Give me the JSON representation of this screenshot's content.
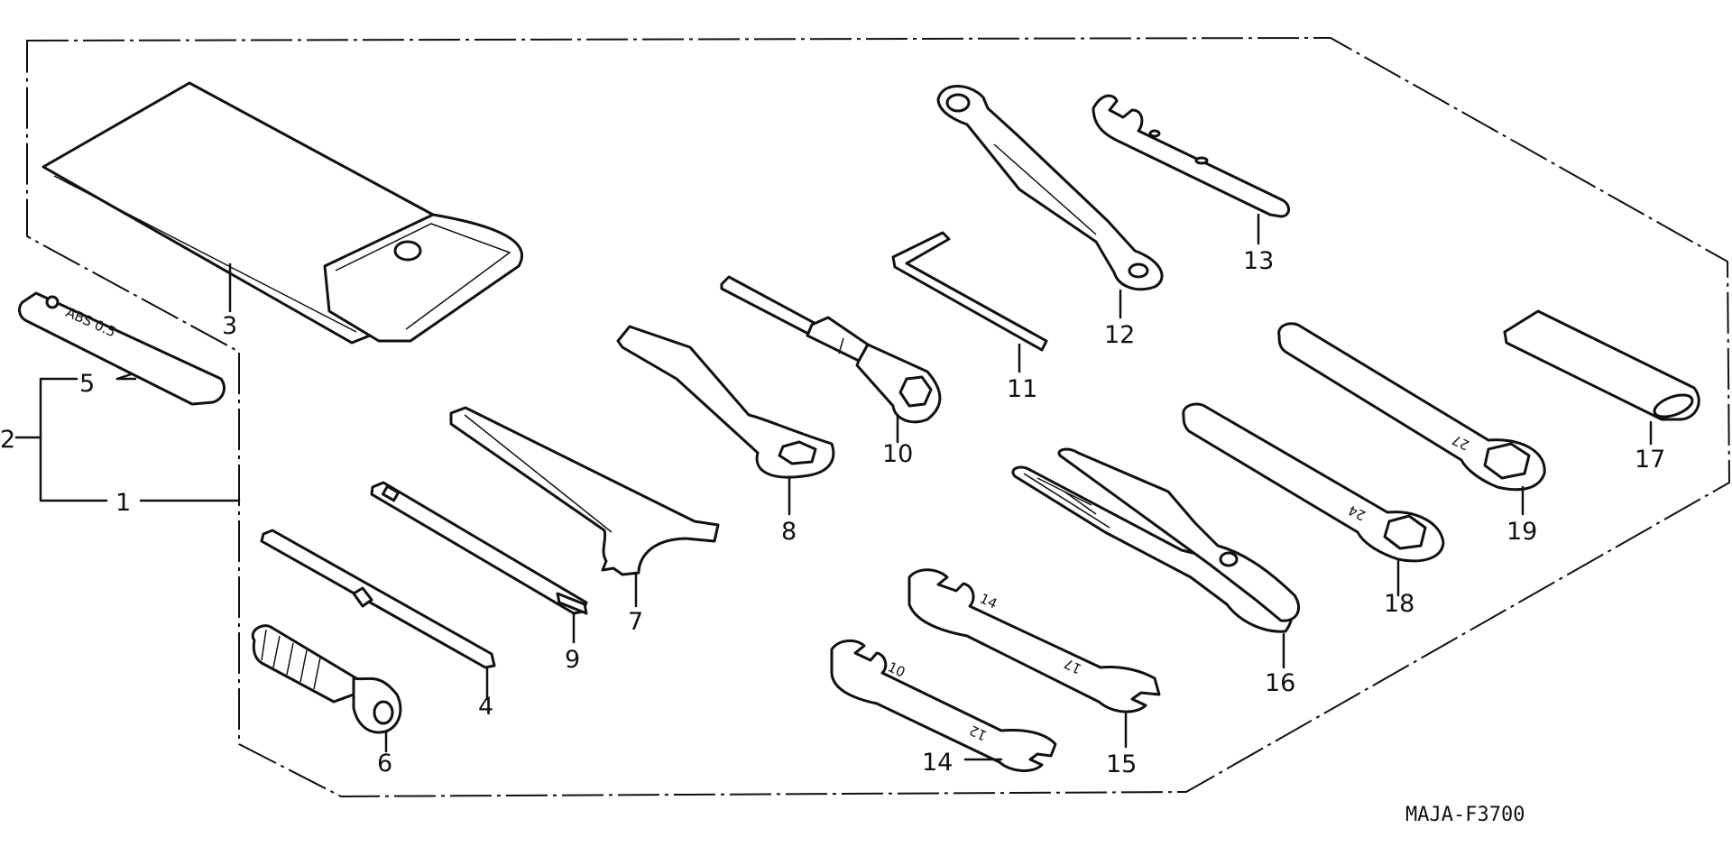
{
  "diagram_code": "MAJA-F3700",
  "callouts": [
    "1",
    "2",
    "3",
    "4",
    "5",
    "6",
    "7",
    "8",
    "9",
    "10",
    "11",
    "12",
    "13",
    "14",
    "15",
    "16",
    "17",
    "18",
    "19"
  ],
  "stamps": {
    "gauge": "ABS 0.5",
    "wrench_14": "14",
    "wrench_17": "17",
    "wrench_10": "10",
    "wrench_12": "12",
    "ring_24": "24",
    "ring_27": "27"
  }
}
